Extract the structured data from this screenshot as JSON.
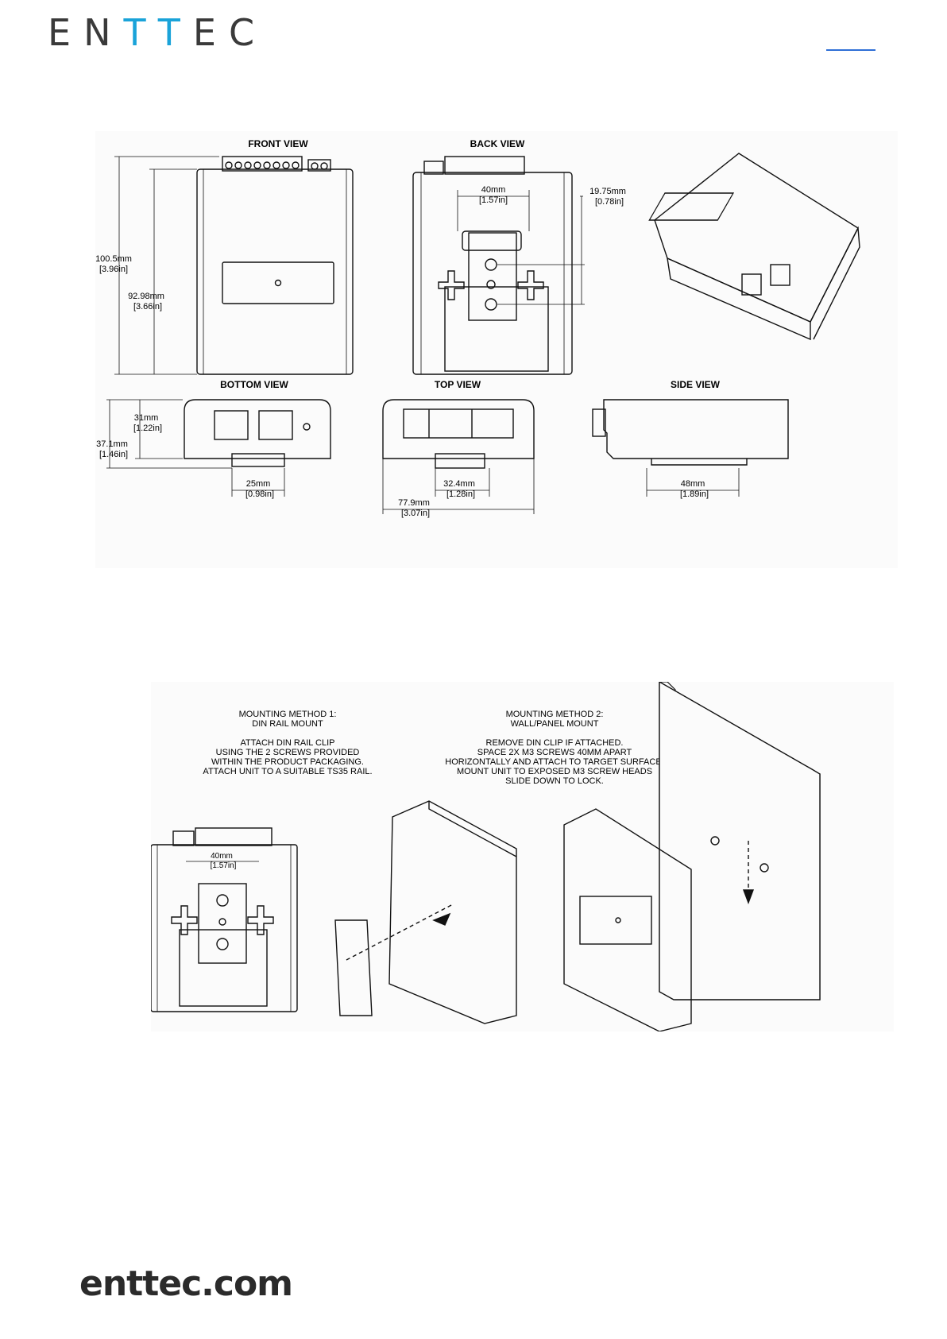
{
  "header": {
    "logo_text": "ENTTEC",
    "logo_letters": [
      "E",
      "N",
      "T",
      "T",
      "E",
      "C"
    ],
    "link_color": "#2f6fd6",
    "brand_accent": "#1aa3d9"
  },
  "dimension_drawing": {
    "front_view": {
      "title": "FRONT VIEW",
      "height_outer": "100.5mm",
      "height_outer_in": "[3.96in]",
      "height_inner": "92.98mm",
      "height_inner_in": "[3.66in]"
    },
    "back_view": {
      "title": "BACK VIEW",
      "clip_width": "40mm",
      "clip_width_in": "[1.57in]",
      "screw_spacing": "19.75mm",
      "screw_spacing_in": "[0.78in]"
    },
    "bottom_view": {
      "title": "BOTTOM VIEW",
      "height_body": "31mm",
      "height_body_in": "[1.22in]",
      "height_total": "37.1mm",
      "height_total_in": "[1.46in]",
      "clip_width": "25mm",
      "clip_width_in": "[0.98in]"
    },
    "top_view": {
      "title": "TOP VIEW",
      "clip_width": "32.4mm",
      "clip_width_in": "[1.28in]",
      "width": "77.9mm",
      "width_in": "[3.07in]"
    },
    "side_view": {
      "title": "SIDE VIEW",
      "depth": "48mm",
      "depth_in": "[1.89in]"
    }
  },
  "mounting_drawing": {
    "method1": {
      "title": "MOUNTING METHOD 1:",
      "subtitle": "DIN RAIL MOUNT",
      "lines": [
        "ATTACH DIN RAIL CLIP",
        "USING THE 2 SCREWS PROVIDED",
        "WITHIN THE PRODUCT PACKAGING.",
        "ATTACH UNIT TO A SUITABLE TS35 RAIL."
      ]
    },
    "method2": {
      "title": "MOUNTING METHOD 2:",
      "subtitle": "WALL/PANEL MOUNT",
      "lines": [
        "REMOVE DIN CLIP IF ATTACHED.",
        "SPACE 2X M3 SCREWS 40MM APART",
        "HORIZONTALLY AND ATTACH TO TARGET SURFACE.",
        "MOUNT UNIT TO EXPOSED M3 SCREW HEADS",
        "SLIDE DOWN TO LOCK."
      ]
    },
    "clip_width": "40mm",
    "clip_width_in": "[1.57in]"
  },
  "footer": {
    "website": "enttec.com"
  }
}
